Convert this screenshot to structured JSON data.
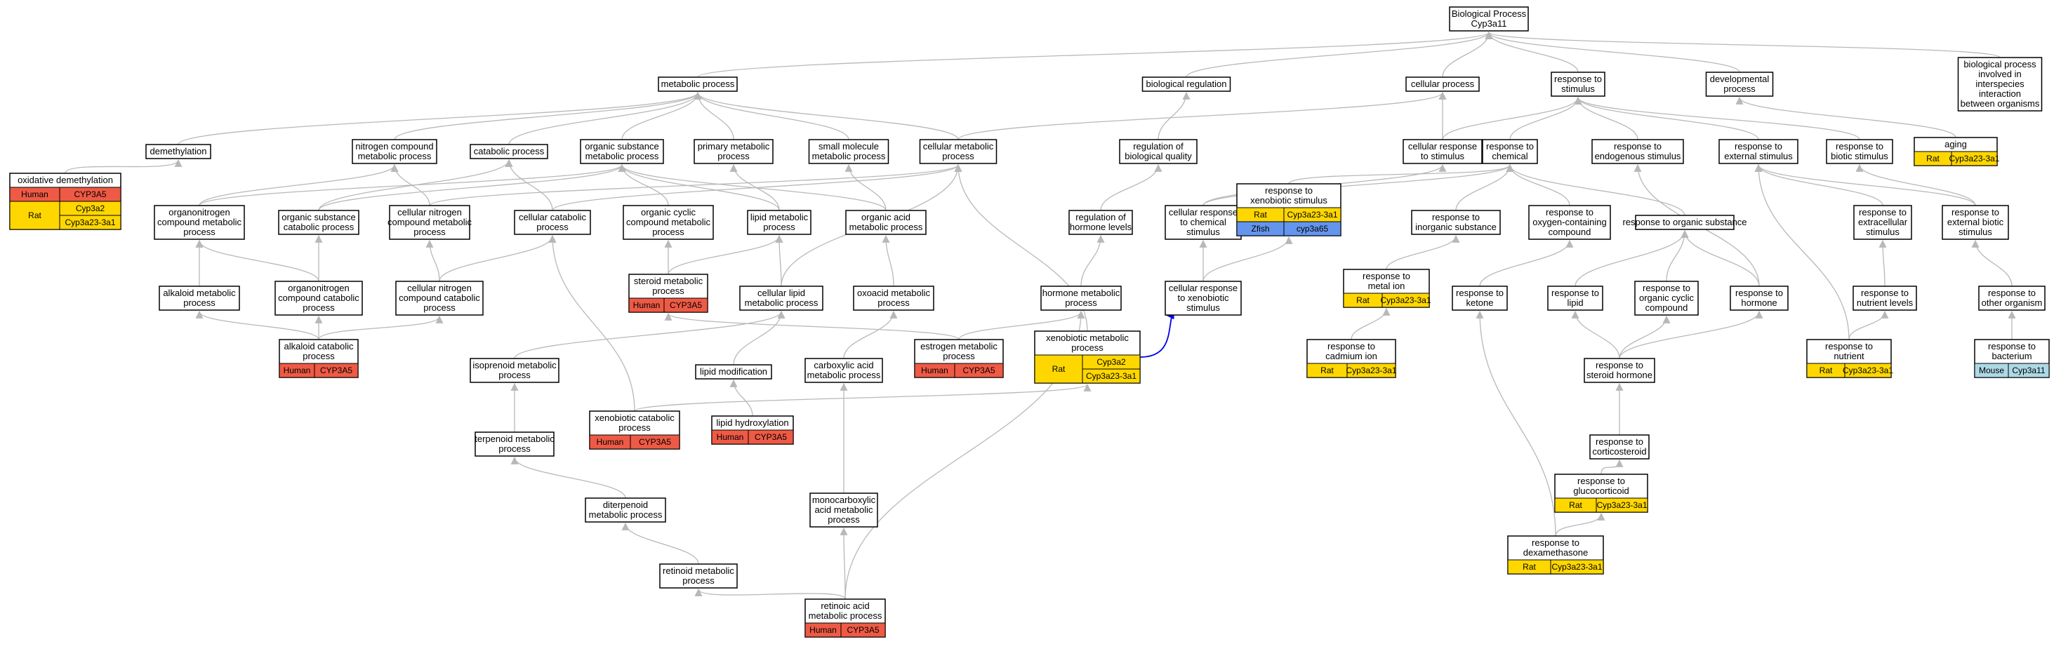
{
  "colors": {
    "Human": "#ee5a45",
    "Rat": "#ffd700",
    "Zfish": "#6495ed",
    "Mouse": "#add8e6",
    "edge": "#b8b8b8",
    "highlight_edge": "#0000ee"
  },
  "nodes": [
    {
      "id": "bp",
      "lines": [
        "Biological Process",
        "Cyp3a11"
      ]
    },
    {
      "id": "metab",
      "lines": [
        "metabolic process"
      ]
    },
    {
      "id": "bioreg",
      "lines": [
        "biological regulation"
      ]
    },
    {
      "id": "cellproc",
      "lines": [
        "cellular process"
      ]
    },
    {
      "id": "resp_stim",
      "lines": [
        "response to",
        "stimulus"
      ]
    },
    {
      "id": "devproc",
      "lines": [
        "developmental",
        "process"
      ]
    },
    {
      "id": "interspecies",
      "lines": [
        "biological process",
        "involved in",
        "interspecies",
        "interaction",
        "between organisms"
      ]
    },
    {
      "id": "demeth",
      "lines": [
        "demethylation"
      ]
    },
    {
      "id": "nitro",
      "lines": [
        "nitrogen compound",
        "metabolic process"
      ]
    },
    {
      "id": "catab",
      "lines": [
        "catabolic process"
      ]
    },
    {
      "id": "orgsub",
      "lines": [
        "organic substance",
        "metabolic process"
      ]
    },
    {
      "id": "primary",
      "lines": [
        "primary metabolic",
        "process"
      ]
    },
    {
      "id": "smallmol",
      "lines": [
        "small molecule",
        "metabolic process"
      ]
    },
    {
      "id": "cellmetab",
      "lines": [
        "cellular metabolic",
        "process"
      ]
    },
    {
      "id": "regqual",
      "lines": [
        "regulation of",
        "biological quality"
      ]
    },
    {
      "id": "cellresp_stim",
      "lines": [
        "cellular response",
        "to stimulus"
      ]
    },
    {
      "id": "resp_chem",
      "lines": [
        "response to",
        "chemical"
      ]
    },
    {
      "id": "resp_endo",
      "lines": [
        "response to",
        "endogenous stimulus"
      ]
    },
    {
      "id": "resp_ext",
      "lines": [
        "response to",
        "external stimulus"
      ]
    },
    {
      "id": "resp_biotic",
      "lines": [
        "response to",
        "biotic stimulus"
      ]
    },
    {
      "id": "aging",
      "lines": [
        "aging"
      ],
      "anno": [
        {
          "species": "Rat",
          "genes": [
            "Cyp3a23-3a1"
          ]
        }
      ]
    },
    {
      "id": "oxdemeth",
      "lines": [
        "oxidative demethylation"
      ],
      "anno": [
        {
          "species": "Human",
          "genes": [
            "CYP3A5"
          ]
        },
        {
          "species": "Rat",
          "genes": [
            "Cyp3a2",
            "Cyp3a23-3a1"
          ]
        }
      ]
    },
    {
      "id": "orgnitro",
      "lines": [
        "organonitrogen",
        "compound metabolic",
        "process"
      ]
    },
    {
      "id": "orgsubcat",
      "lines": [
        "organic substance",
        "catabolic process"
      ]
    },
    {
      "id": "cellnitro",
      "lines": [
        "cellular nitrogen",
        "compound metabolic",
        "process"
      ]
    },
    {
      "id": "cellcat",
      "lines": [
        "cellular catabolic",
        "process"
      ]
    },
    {
      "id": "orgcyclic",
      "lines": [
        "organic cyclic",
        "compound metabolic",
        "process"
      ]
    },
    {
      "id": "lipid",
      "lines": [
        "lipid metabolic",
        "process"
      ]
    },
    {
      "id": "orgacid",
      "lines": [
        "organic acid",
        "metabolic process"
      ]
    },
    {
      "id": "reghorm",
      "lines": [
        "regulation of",
        "hormone levels"
      ]
    },
    {
      "id": "cellresp_chem",
      "lines": [
        "cellular response",
        "to chemical",
        "stimulus"
      ]
    },
    {
      "id": "resp_xeno",
      "lines": [
        "response to",
        "xenobiotic stimulus"
      ],
      "anno": [
        {
          "species": "Rat",
          "genes": [
            "Cyp3a23-3a1"
          ]
        },
        {
          "species": "Zfish",
          "genes": [
            "cyp3a65"
          ]
        }
      ]
    },
    {
      "id": "resp_inorg",
      "lines": [
        "response to",
        "inorganic substance"
      ]
    },
    {
      "id": "resp_oxy",
      "lines": [
        "response to",
        "oxygen-containing",
        "compound"
      ]
    },
    {
      "id": "resp_orgsub",
      "lines": [
        "response to organic substance"
      ]
    },
    {
      "id": "resp_extracell",
      "lines": [
        "response to",
        "extracellular",
        "stimulus"
      ]
    },
    {
      "id": "resp_extbiotic",
      "lines": [
        "response to",
        "external biotic",
        "stimulus"
      ]
    },
    {
      "id": "alkaloid",
      "lines": [
        "alkaloid metabolic",
        "process"
      ]
    },
    {
      "id": "orgnitrocat",
      "lines": [
        "organonitrogen",
        "compound catabolic",
        "process"
      ]
    },
    {
      "id": "cellnitrocat",
      "lines": [
        "cellular nitrogen",
        "compound catabolic",
        "process"
      ]
    },
    {
      "id": "steroid",
      "lines": [
        "steroid metabolic",
        "process"
      ],
      "anno": [
        {
          "species": "Human",
          "genes": [
            "CYP3A5"
          ]
        }
      ]
    },
    {
      "id": "celllipid",
      "lines": [
        "cellular lipid",
        "metabolic process"
      ]
    },
    {
      "id": "oxoacid",
      "lines": [
        "oxoacid metabolic",
        "process"
      ]
    },
    {
      "id": "hormmetab",
      "lines": [
        "hormone metabolic",
        "process"
      ]
    },
    {
      "id": "cellresp_xeno",
      "lines": [
        "cellular response",
        "to xenobiotic",
        "stimulus"
      ]
    },
    {
      "id": "resp_metal",
      "lines": [
        "response to",
        "metal ion"
      ],
      "anno": [
        {
          "species": "Rat",
          "genes": [
            "Cyp3a23-3a1"
          ]
        }
      ]
    },
    {
      "id": "resp_ketone",
      "lines": [
        "response to",
        "ketone"
      ]
    },
    {
      "id": "resp_lipid",
      "lines": [
        "response to",
        "lipid"
      ]
    },
    {
      "id": "resp_orgcyc",
      "lines": [
        "response to",
        "organic cyclic",
        "compound"
      ]
    },
    {
      "id": "resp_horm",
      "lines": [
        "response to",
        "hormone"
      ]
    },
    {
      "id": "resp_nutlev",
      "lines": [
        "response to",
        "nutrient levels"
      ]
    },
    {
      "id": "resp_other",
      "lines": [
        "response to",
        "other organism"
      ]
    },
    {
      "id": "alkcat",
      "lines": [
        "alkaloid catabolic",
        "process"
      ],
      "anno": [
        {
          "species": "Human",
          "genes": [
            "CYP3A5"
          ]
        }
      ]
    },
    {
      "id": "isopren",
      "lines": [
        "isoprenoid metabolic",
        "process"
      ]
    },
    {
      "id": "lipidmod",
      "lines": [
        "lipid modification"
      ]
    },
    {
      "id": "carbox",
      "lines": [
        "carboxylic acid",
        "metabolic process"
      ]
    },
    {
      "id": "estrogen",
      "lines": [
        "estrogen metabolic",
        "process"
      ],
      "anno": [
        {
          "species": "Human",
          "genes": [
            "CYP3A5"
          ]
        }
      ]
    },
    {
      "id": "xenometab",
      "lines": [
        "xenobiotic metabolic",
        "process"
      ],
      "anno": [
        {
          "species": "Rat",
          "genes": [
            "Cyp3a2",
            "Cyp3a23-3a1"
          ]
        }
      ]
    },
    {
      "id": "resp_cadmium",
      "lines": [
        "response to",
        "cadmium ion"
      ],
      "anno": [
        {
          "species": "Rat",
          "genes": [
            "Cyp3a23-3a1"
          ]
        }
      ]
    },
    {
      "id": "resp_steroid",
      "lines": [
        "response to",
        "steroid hormone"
      ]
    },
    {
      "id": "resp_nutrient",
      "lines": [
        "response to",
        "nutrient"
      ],
      "anno": [
        {
          "species": "Rat",
          "genes": [
            "Cyp3a23-3a1"
          ]
        }
      ]
    },
    {
      "id": "resp_bact",
      "lines": [
        "response to",
        "bacterium"
      ],
      "anno": [
        {
          "species": "Mouse",
          "genes": [
            "Cyp3a11"
          ]
        }
      ]
    },
    {
      "id": "terpen",
      "lines": [
        "terpenoid metabolic",
        "process"
      ]
    },
    {
      "id": "xenocat",
      "lines": [
        "xenobiotic catabolic",
        "process"
      ],
      "anno": [
        {
          "species": "Human",
          "genes": [
            "CYP3A5"
          ]
        }
      ]
    },
    {
      "id": "lipidhyd",
      "lines": [
        "lipid hydroxylation"
      ],
      "anno": [
        {
          "species": "Human",
          "genes": [
            "CYP3A5"
          ]
        }
      ]
    },
    {
      "id": "resp_cortico",
      "lines": [
        "response to",
        "corticosteroid"
      ]
    },
    {
      "id": "diterp",
      "lines": [
        "diterpenoid",
        "metabolic process"
      ]
    },
    {
      "id": "monocarb",
      "lines": [
        "monocarboxylic",
        "acid metabolic",
        "process"
      ]
    },
    {
      "id": "resp_gluco",
      "lines": [
        "response to",
        "glucocorticoid"
      ],
      "anno": [
        {
          "species": "Rat",
          "genes": [
            "Cyp3a23-3a1"
          ]
        }
      ]
    },
    {
      "id": "retinoid",
      "lines": [
        "retinoid metabolic",
        "process"
      ]
    },
    {
      "id": "resp_dexa",
      "lines": [
        "response to",
        "dexamethasone"
      ],
      "anno": [
        {
          "species": "Rat",
          "genes": [
            "Cyp3a23-3a1"
          ]
        }
      ]
    },
    {
      "id": "retinoic",
      "lines": [
        "retinoic acid",
        "metabolic process"
      ],
      "anno": [
        {
          "species": "Human",
          "genes": [
            "CYP3A5"
          ]
        }
      ]
    }
  ],
  "edges": [
    [
      "metab",
      "bp"
    ],
    [
      "bioreg",
      "bp"
    ],
    [
      "cellproc",
      "bp"
    ],
    [
      "resp_stim",
      "bp"
    ],
    [
      "devproc",
      "bp"
    ],
    [
      "interspecies",
      "bp"
    ],
    [
      "demeth",
      "metab"
    ],
    [
      "nitro",
      "metab"
    ],
    [
      "catab",
      "metab"
    ],
    [
      "orgsub",
      "metab"
    ],
    [
      "primary",
      "metab"
    ],
    [
      "smallmol",
      "metab"
    ],
    [
      "cellmetab",
      "metab"
    ],
    [
      "regqual",
      "bioreg"
    ],
    [
      "cellresp_stim",
      "cellproc"
    ],
    [
      "cellmetab",
      "cellproc"
    ],
    [
      "cellresp_stim",
      "resp_stim"
    ],
    [
      "resp_chem",
      "resp_stim"
    ],
    [
      "resp_endo",
      "resp_stim"
    ],
    [
      "resp_ext",
      "resp_stim"
    ],
    [
      "resp_biotic",
      "resp_stim"
    ],
    [
      "aging",
      "devproc"
    ],
    [
      "oxdemeth",
      "demeth"
    ],
    [
      "orgnitro",
      "nitro"
    ],
    [
      "orgnitro",
      "orgsub"
    ],
    [
      "orgsubcat",
      "catab"
    ],
    [
      "orgsubcat",
      "orgsub"
    ],
    [
      "cellnitro",
      "nitro"
    ],
    [
      "cellnitro",
      "cellmetab"
    ],
    [
      "cellcat",
      "catab"
    ],
    [
      "cellcat",
      "cellmetab"
    ],
    [
      "orgcyclic",
      "orgsub"
    ],
    [
      "lipid",
      "orgsub"
    ],
    [
      "lipid",
      "primary"
    ],
    [
      "orgacid",
      "smallmol"
    ],
    [
      "orgacid",
      "orgsub"
    ],
    [
      "reghorm",
      "regqual"
    ],
    [
      "cellresp_chem",
      "cellresp_stim"
    ],
    [
      "cellresp_chem",
      "resp_chem"
    ],
    [
      "resp_xeno",
      "resp_chem"
    ],
    [
      "resp_inorg",
      "resp_chem"
    ],
    [
      "resp_oxy",
      "resp_chem"
    ],
    [
      "resp_orgsub",
      "resp_chem"
    ],
    [
      "resp_extracell",
      "resp_ext"
    ],
    [
      "resp_extbiotic",
      "resp_ext"
    ],
    [
      "resp_extbiotic",
      "resp_biotic"
    ],
    [
      "alkaloid",
      "orgnitro"
    ],
    [
      "orgnitrocat",
      "orgnitro"
    ],
    [
      "orgnitrocat",
      "orgsubcat"
    ],
    [
      "cellnitrocat",
      "cellnitro"
    ],
    [
      "cellnitrocat",
      "cellcat"
    ],
    [
      "steroid",
      "lipid"
    ],
    [
      "steroid",
      "orgcyclic"
    ],
    [
      "celllipid",
      "lipid"
    ],
    [
      "celllipid",
      "cellmetab"
    ],
    [
      "oxoacid",
      "orgacid"
    ],
    [
      "hormmetab",
      "reghorm"
    ],
    [
      "cellresp_xeno",
      "cellresp_chem"
    ],
    [
      "cellresp_xeno",
      "resp_xeno"
    ],
    [
      "resp_metal",
      "resp_inorg"
    ],
    [
      "resp_ketone",
      "resp_oxy"
    ],
    [
      "resp_lipid",
      "resp_orgsub"
    ],
    [
      "resp_orgcyc",
      "resp_orgsub"
    ],
    [
      "resp_horm",
      "resp_orgsub"
    ],
    [
      "resp_horm",
      "resp_endo"
    ],
    [
      "resp_nutlev",
      "resp_extracell"
    ],
    [
      "resp_other",
      "resp_extbiotic"
    ],
    [
      "alkcat",
      "alkaloid"
    ],
    [
      "alkcat",
      "orgnitrocat"
    ],
    [
      "alkcat",
      "cellnitrocat"
    ],
    [
      "isopren",
      "celllipid"
    ],
    [
      "lipidmod",
      "celllipid"
    ],
    [
      "carbox",
      "oxoacid"
    ],
    [
      "estrogen",
      "steroid"
    ],
    [
      "estrogen",
      "hormmetab"
    ],
    [
      "xenometab",
      "cellmetab"
    ],
    [
      "resp_cadmium",
      "resp_metal"
    ],
    [
      "resp_steroid",
      "resp_lipid"
    ],
    [
      "resp_steroid",
      "resp_horm"
    ],
    [
      "resp_steroid",
      "resp_orgcyc"
    ],
    [
      "resp_nutrient",
      "resp_nutlev"
    ],
    [
      "resp_nutrient",
      "resp_ext"
    ],
    [
      "resp_bact",
      "resp_other"
    ],
    [
      "terpen",
      "isopren"
    ],
    [
      "xenocat",
      "xenometab"
    ],
    [
      "xenocat",
      "cellcat"
    ],
    [
      "lipidhyd",
      "lipidmod"
    ],
    [
      "resp_cortico",
      "resp_steroid"
    ],
    [
      "diterp",
      "terpen"
    ],
    [
      "monocarb",
      "carbox"
    ],
    [
      "resp_gluco",
      "resp_cortico"
    ],
    [
      "retinoid",
      "diterp"
    ],
    [
      "resp_dexa",
      "resp_gluco"
    ],
    [
      "resp_dexa",
      "resp_ketone"
    ],
    [
      "retinoic",
      "retinoid"
    ],
    [
      "retinoic",
      "monocarb"
    ],
    [
      "retinoic",
      "hormmetab"
    ]
  ],
  "highlight_edges": [
    [
      "xenometab",
      "cellresp_xeno"
    ]
  ]
}
